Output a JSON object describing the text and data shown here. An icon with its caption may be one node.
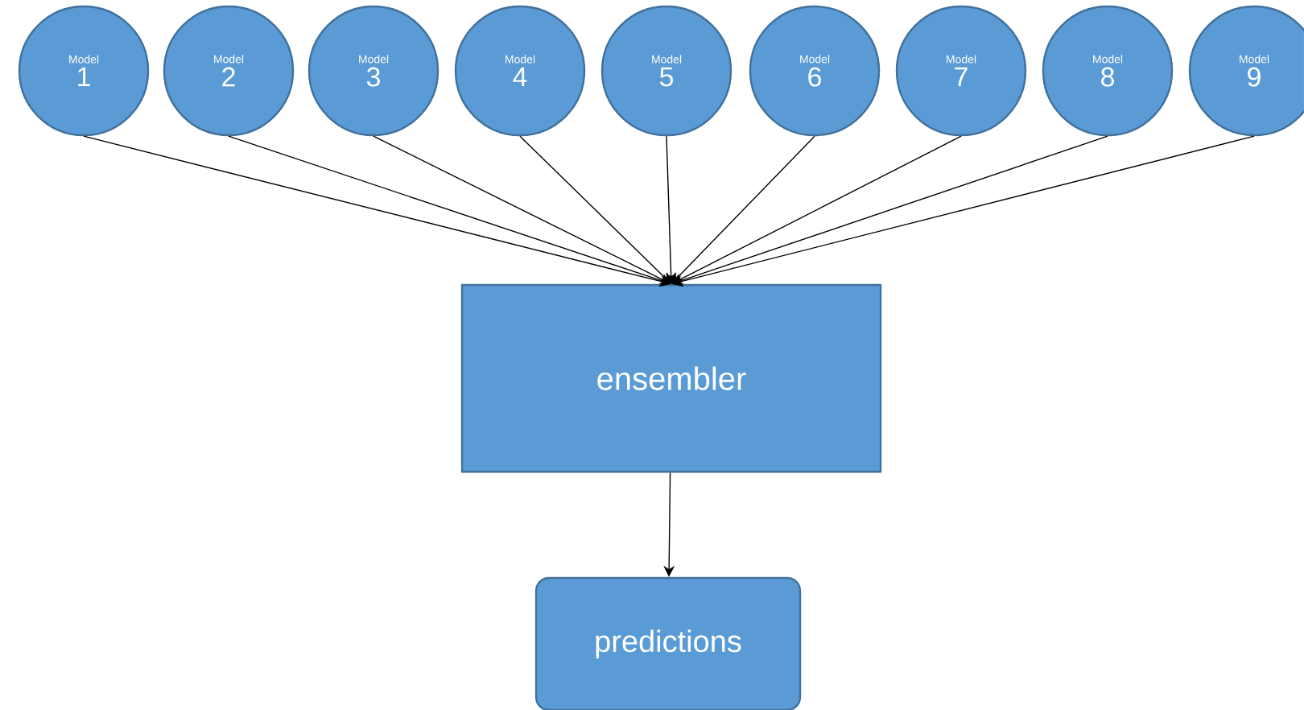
{
  "diagram": {
    "nodes": [
      {
        "text": [
          "Model",
          "1"
        ]
      },
      {
        "text": [
          "Model",
          "2"
        ]
      },
      {
        "text": [
          "Model",
          "3"
        ]
      },
      {
        "text": [
          "Model",
          "4"
        ]
      },
      {
        "text": [
          "Model",
          "5"
        ]
      },
      {
        "text": [
          "Model",
          "6"
        ]
      },
      {
        "text": [
          "Model",
          "7"
        ]
      },
      {
        "text": [
          "Model",
          "8"
        ]
      },
      {
        "text": [
          "Model",
          "9"
        ]
      },
      {
        "text": [
          "ensembler"
        ]
      },
      {
        "text": [
          "predictions"
        ]
      }
    ],
    "edges": [
      {
        "from": 0,
        "to": 9,
        "arrow": "to"
      },
      {
        "from": 1,
        "to": 9,
        "arrow": "to"
      },
      {
        "from": 2,
        "to": 9,
        "arrow": "to"
      },
      {
        "from": 3,
        "to": 9,
        "arrow": "to"
      },
      {
        "from": 4,
        "to": 9,
        "arrow": "to"
      },
      {
        "from": 5,
        "to": 9,
        "arrow": "to"
      },
      {
        "from": 6,
        "to": 9,
        "arrow": "to"
      },
      {
        "from": 7,
        "to": 9,
        "arrow": "to"
      },
      {
        "from": 8,
        "to": 9,
        "arrow": "to"
      },
      {
        "from": 9,
        "to": 10,
        "arrow": "to"
      }
    ]
  }
}
